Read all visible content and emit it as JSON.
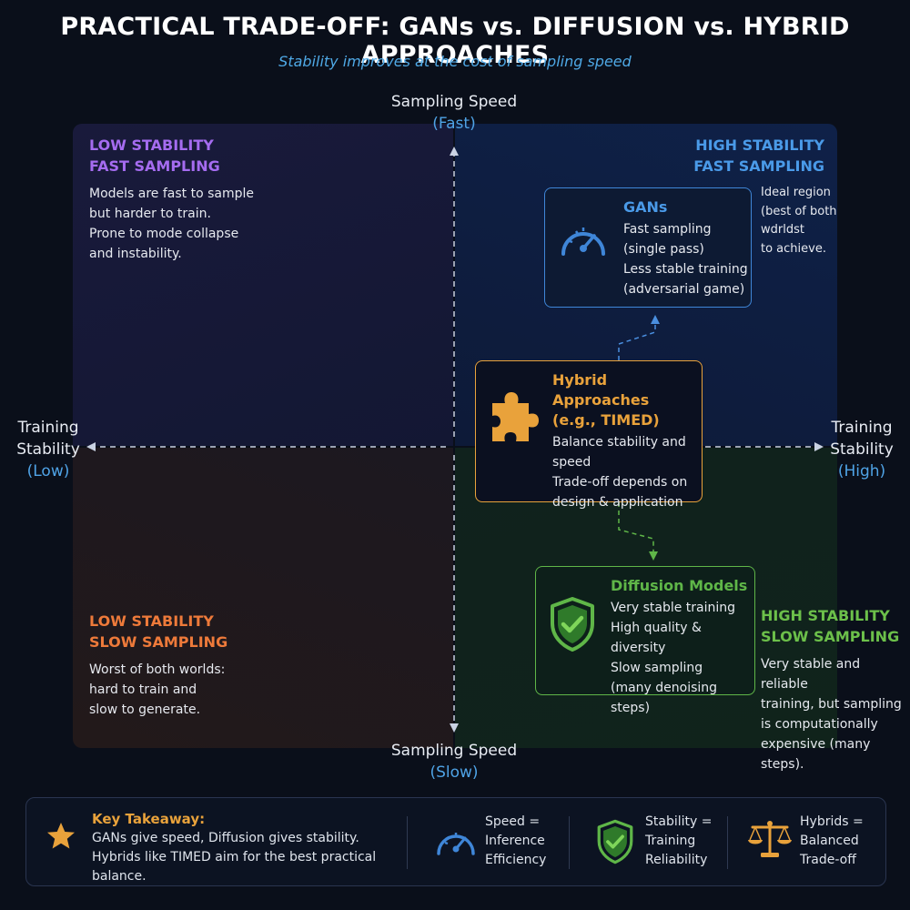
{
  "header": {
    "title": "PRACTICAL TRADE-OFF: GANs vs. DIFFUSION vs. HYBRID APPROACHES",
    "subtitle": "Stability improves at the cost of sampling speed"
  },
  "axes": {
    "top": {
      "label": "Sampling Speed",
      "sub": "(Fast)"
    },
    "bottom": {
      "label": "Sampling Speed",
      "sub": "(Slow)"
    },
    "left": {
      "label1": "Training",
      "label2": "Stability",
      "sub": "(Low)"
    },
    "right": {
      "label1": "Training",
      "label2": "Stability",
      "sub": "(High)"
    }
  },
  "quadrants": {
    "top_left": {
      "title1": "LOW STABILITY",
      "title2": "FAST SAMPLING",
      "lines": [
        "Models are fast to sample",
        "but harder to train.",
        "Prone to mode collapse",
        "and instability."
      ],
      "color": "#a56cf0"
    },
    "top_right": {
      "title1": "HIGH STABILITY",
      "title2": "FAST SAMPLING",
      "lines": [
        "Ideal region",
        "(best of both",
        "wdrldst",
        "to achieve."
      ],
      "color": "#4a9ae8"
    },
    "bottom_left": {
      "title1": "LOW STABILITY",
      "title2": "SLOW SAMPLING",
      "lines": [
        "Worst of both worlds:",
        "hard to train and",
        "slow to generate."
      ],
      "color": "#ee7a3a"
    },
    "bottom_right": {
      "title1": "HIGH STABILITY",
      "title2": "SLOW SAMPLING",
      "lines": [
        "Very stable and reliable",
        "training, but sampling",
        "is computationally",
        "expensive (many steps)."
      ],
      "color": "#6cc04a"
    }
  },
  "cards": {
    "gans": {
      "title": "GANs",
      "lines": [
        "Fast sampling",
        "(single pass)",
        "Less stable training",
        "(adversarial game)"
      ],
      "icon": "speedometer-icon",
      "color": "#3f86d8"
    },
    "hybrid": {
      "title1": "Hybrid Approaches",
      "title2": "(e.g., TIMED)",
      "lines": [
        "Balance stability and",
        "speed",
        "Trade-off depends on",
        "design & application"
      ],
      "icon": "puzzle-piece-icon",
      "color": "#e9a23b"
    },
    "diffusion": {
      "title": "Diffusion Models",
      "lines": [
        "Very stable training",
        "High quality & diversity",
        "Slow sampling",
        "(many denoising steps)"
      ],
      "icon": "shield-check-icon",
      "color": "#5fb648"
    }
  },
  "legend": {
    "takeaway_title": "Key Takeaway:",
    "takeaway_lines": [
      "GANs give speed, Diffusion gives stability.",
      "Hybrids like TIMED aim for the best practical balance."
    ],
    "items": [
      {
        "icon": "speedometer-icon",
        "lines": [
          "Speed =",
          "Inference",
          "Efficiency"
        ]
      },
      {
        "icon": "shield-check-icon",
        "lines": [
          "Stability =",
          "Training",
          "Reliability"
        ]
      },
      {
        "icon": "balance-scale-icon",
        "lines": [
          "Hybrids =",
          "Balanced",
          "Trade-off"
        ]
      }
    ],
    "star_icon": "star-icon"
  },
  "colors": {
    "axis": "#c9d2e3",
    "accent_blue": "#4fa3e6",
    "gold": "#e9a23b"
  }
}
